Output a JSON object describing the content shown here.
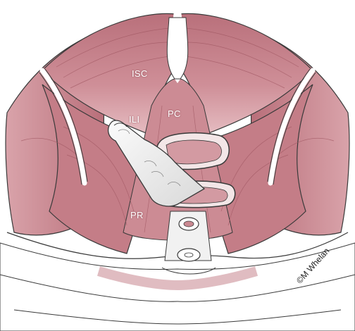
{
  "labels": {
    "isc": "ISC",
    "ili": "ILI",
    "pc": "PC",
    "pr": "PR"
  },
  "credit": "©M Whelan",
  "colors": {
    "muscle": "#c98891",
    "muscle_dark": "#9e5560",
    "muscle_light": "#e3b4ba",
    "outline": "#3a3a3a",
    "skin": "#ffffff"
  }
}
